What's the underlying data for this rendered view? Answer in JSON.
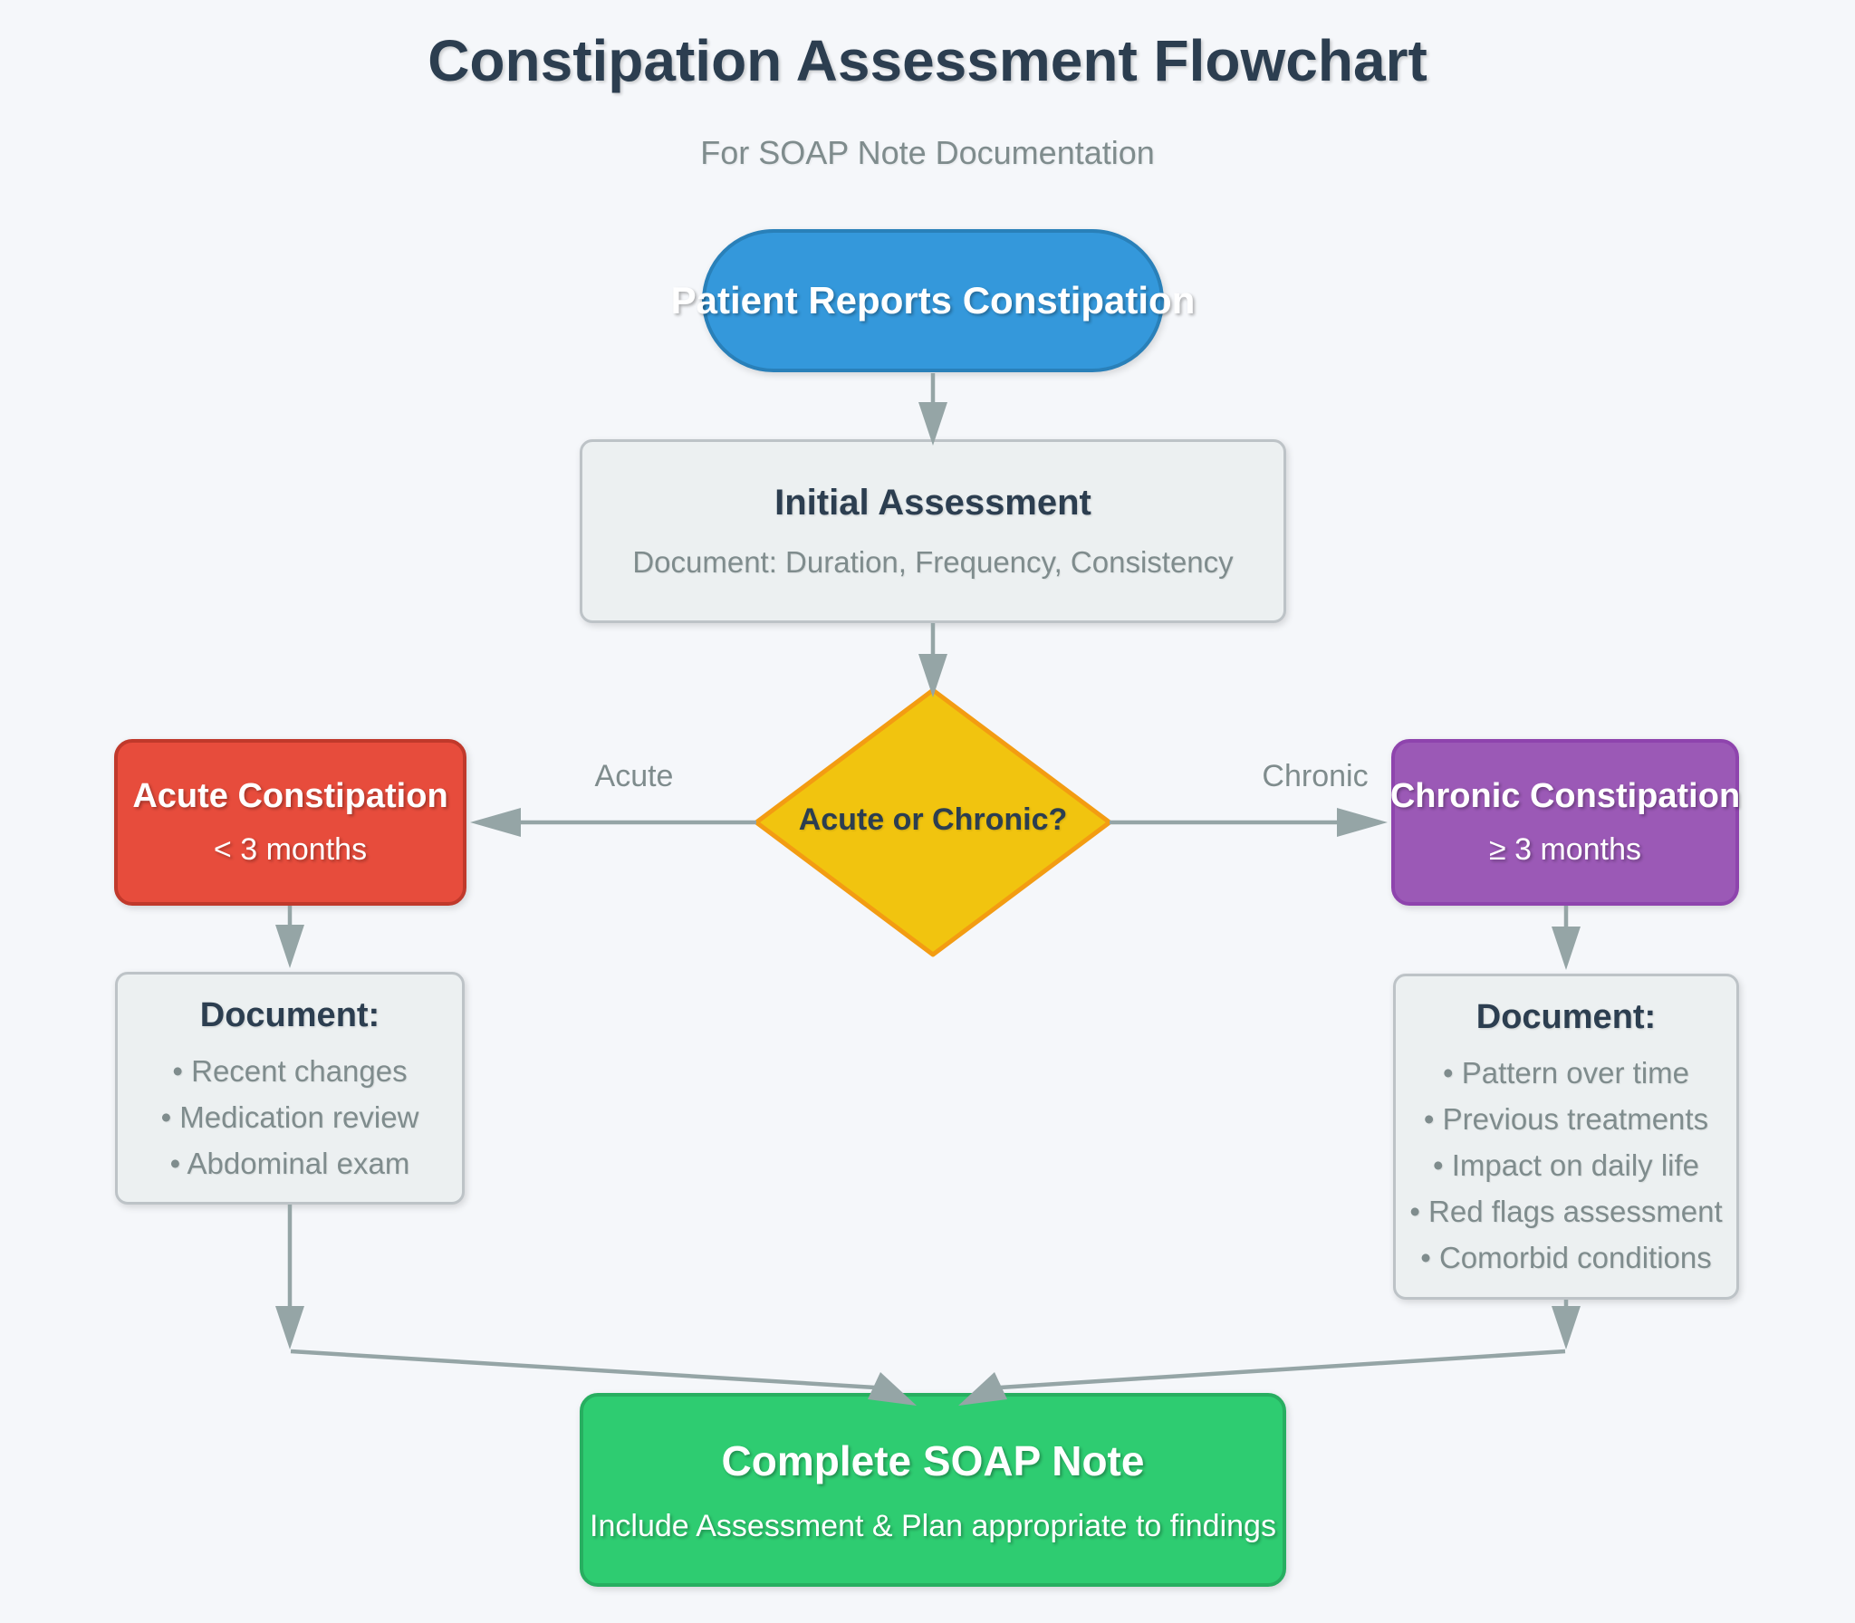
{
  "header": {
    "title": "Constipation Assessment Flowchart",
    "subtitle": "For SOAP Note Documentation"
  },
  "nodes": {
    "start": {
      "label": "Patient Reports Constipation"
    },
    "initial": {
      "title": "Initial Assessment",
      "subtitle": "Document: Duration, Frequency, Consistency"
    },
    "decision": {
      "label": "Acute or Chronic?"
    },
    "acute": {
      "title": "Acute Constipation",
      "subtitle": "< 3 months"
    },
    "chronic": {
      "title": "Chronic Constipation",
      "subtitle": "≥ 3 months"
    },
    "acute_doc": {
      "title": "Document:",
      "bullets": [
        "• Recent changes",
        "• Medication review",
        "• Abdominal exam"
      ]
    },
    "chronic_doc": {
      "title": "Document:",
      "bullets": [
        "• Pattern over time",
        "• Previous treatments",
        "• Impact on daily life",
        "• Red flags assessment",
        "• Comorbid conditions"
      ]
    },
    "end": {
      "title": "Complete SOAP Note",
      "subtitle": "Include Assessment & Plan appropriate to findings"
    }
  },
  "edges": {
    "acute_label": "Acute",
    "chronic_label": "Chronic"
  },
  "colors": {
    "background": "#f5f7fa",
    "text_dark": "#2c3e50",
    "text_gray": "#7f8c8d",
    "arrow": "#95a5a6",
    "start_fill": "#3498db",
    "start_border": "#2980b9",
    "box_fill": "#ecf0f1",
    "box_border": "#bdc3c7",
    "decision_fill": "#f1c40f",
    "decision_border": "#f39c12",
    "acute_fill": "#e74c3c",
    "acute_border": "#c0392b",
    "chronic_fill": "#9b59b6",
    "chronic_border": "#8e44ad",
    "end_fill": "#2ecc71",
    "end_border": "#27ae60",
    "white_text": "#ffffff"
  }
}
